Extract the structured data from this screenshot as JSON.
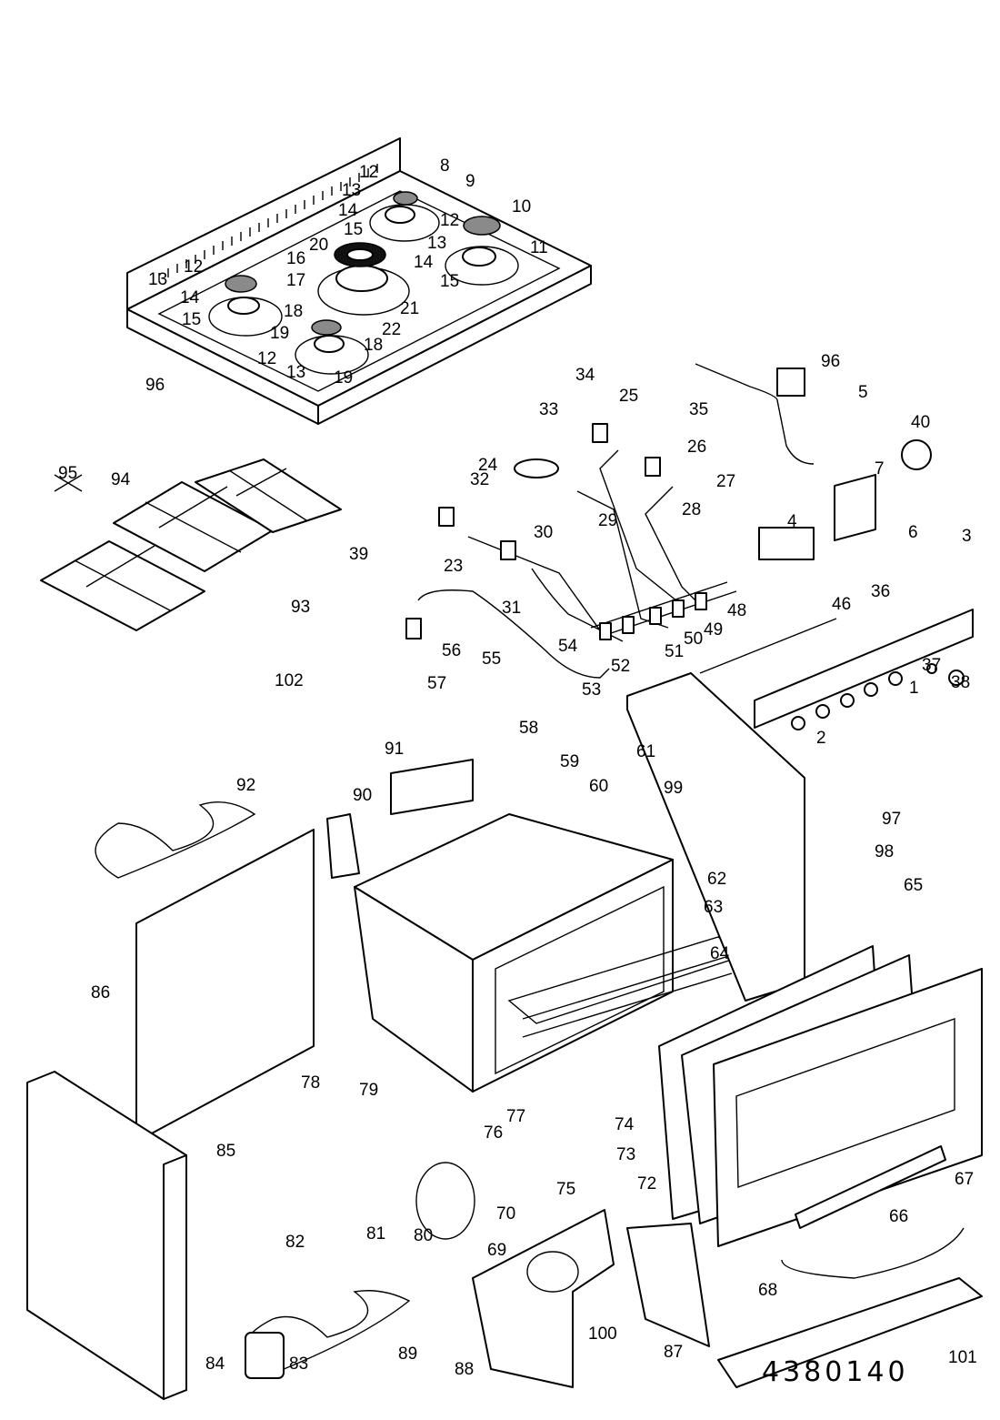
{
  "diagram": {
    "reference_number": "4380140",
    "part_labels": [
      "12",
      "8",
      "13",
      "9",
      "14",
      "12",
      "10",
      "15",
      "11",
      "13",
      "20",
      "14",
      "15",
      "16",
      "13",
      "12",
      "17",
      "14",
      "21",
      "15",
      "18",
      "22",
      "19",
      "12",
      "18",
      "13",
      "19",
      "96",
      "34",
      "96",
      "5",
      "33",
      "25",
      "35",
      "40",
      "26",
      "7",
      "95",
      "94",
      "24",
      "32",
      "27",
      "28",
      "29",
      "30",
      "4",
      "6",
      "3",
      "39",
      "23",
      "48",
      "36",
      "93",
      "46",
      "31",
      "49",
      "50",
      "51",
      "54",
      "56",
      "55",
      "52",
      "37",
      "38",
      "1",
      "57",
      "53",
      "102",
      "58",
      "2",
      "91",
      "61",
      "59",
      "92",
      "90",
      "60",
      "99",
      "97",
      "98",
      "65",
      "62",
      "63",
      "64",
      "86",
      "78",
      "79",
      "77",
      "74",
      "73",
      "76",
      "72",
      "85",
      "75",
      "67",
      "70",
      "66",
      "81",
      "80",
      "69",
      "82",
      "68",
      "100",
      "87",
      "89",
      "84",
      "83",
      "88",
      "101"
    ]
  }
}
